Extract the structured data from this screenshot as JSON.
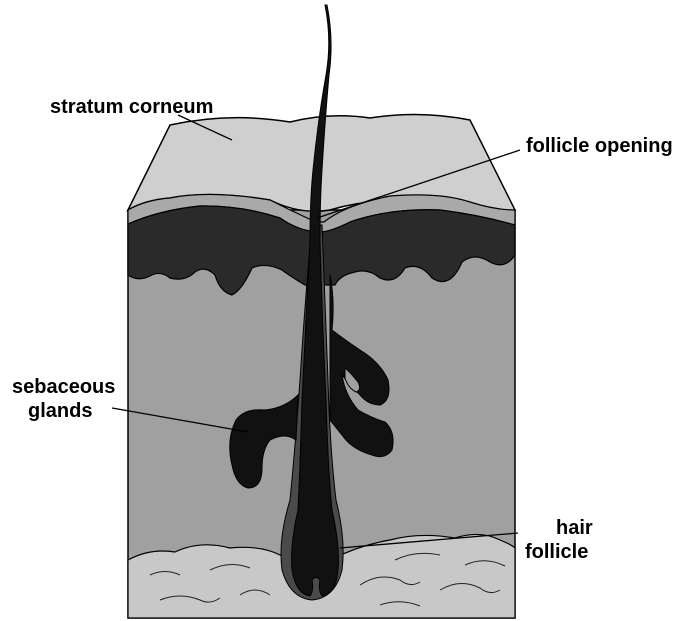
{
  "labels": {
    "stratum_corneum": "stratum corneum",
    "follicle_opening": "follicle opening",
    "sebaceous_glands_line1": "sebaceous",
    "sebaceous_glands_line2": "glands",
    "hair_follicle_line1": "hair",
    "hair_follicle_line2": "follicle"
  },
  "colors": {
    "background": "#ffffff",
    "stratum_corneum": "#cfcfcf",
    "transition_layer": "#a9a9a9",
    "dermis": "#a0a0a0",
    "dark_layer": "#2a2a2a",
    "follicle_sheath": "#4a4a4a",
    "hair_and_glands": "#111111",
    "subcutaneous": "#c8c8c8",
    "outline": "#000000"
  }
}
